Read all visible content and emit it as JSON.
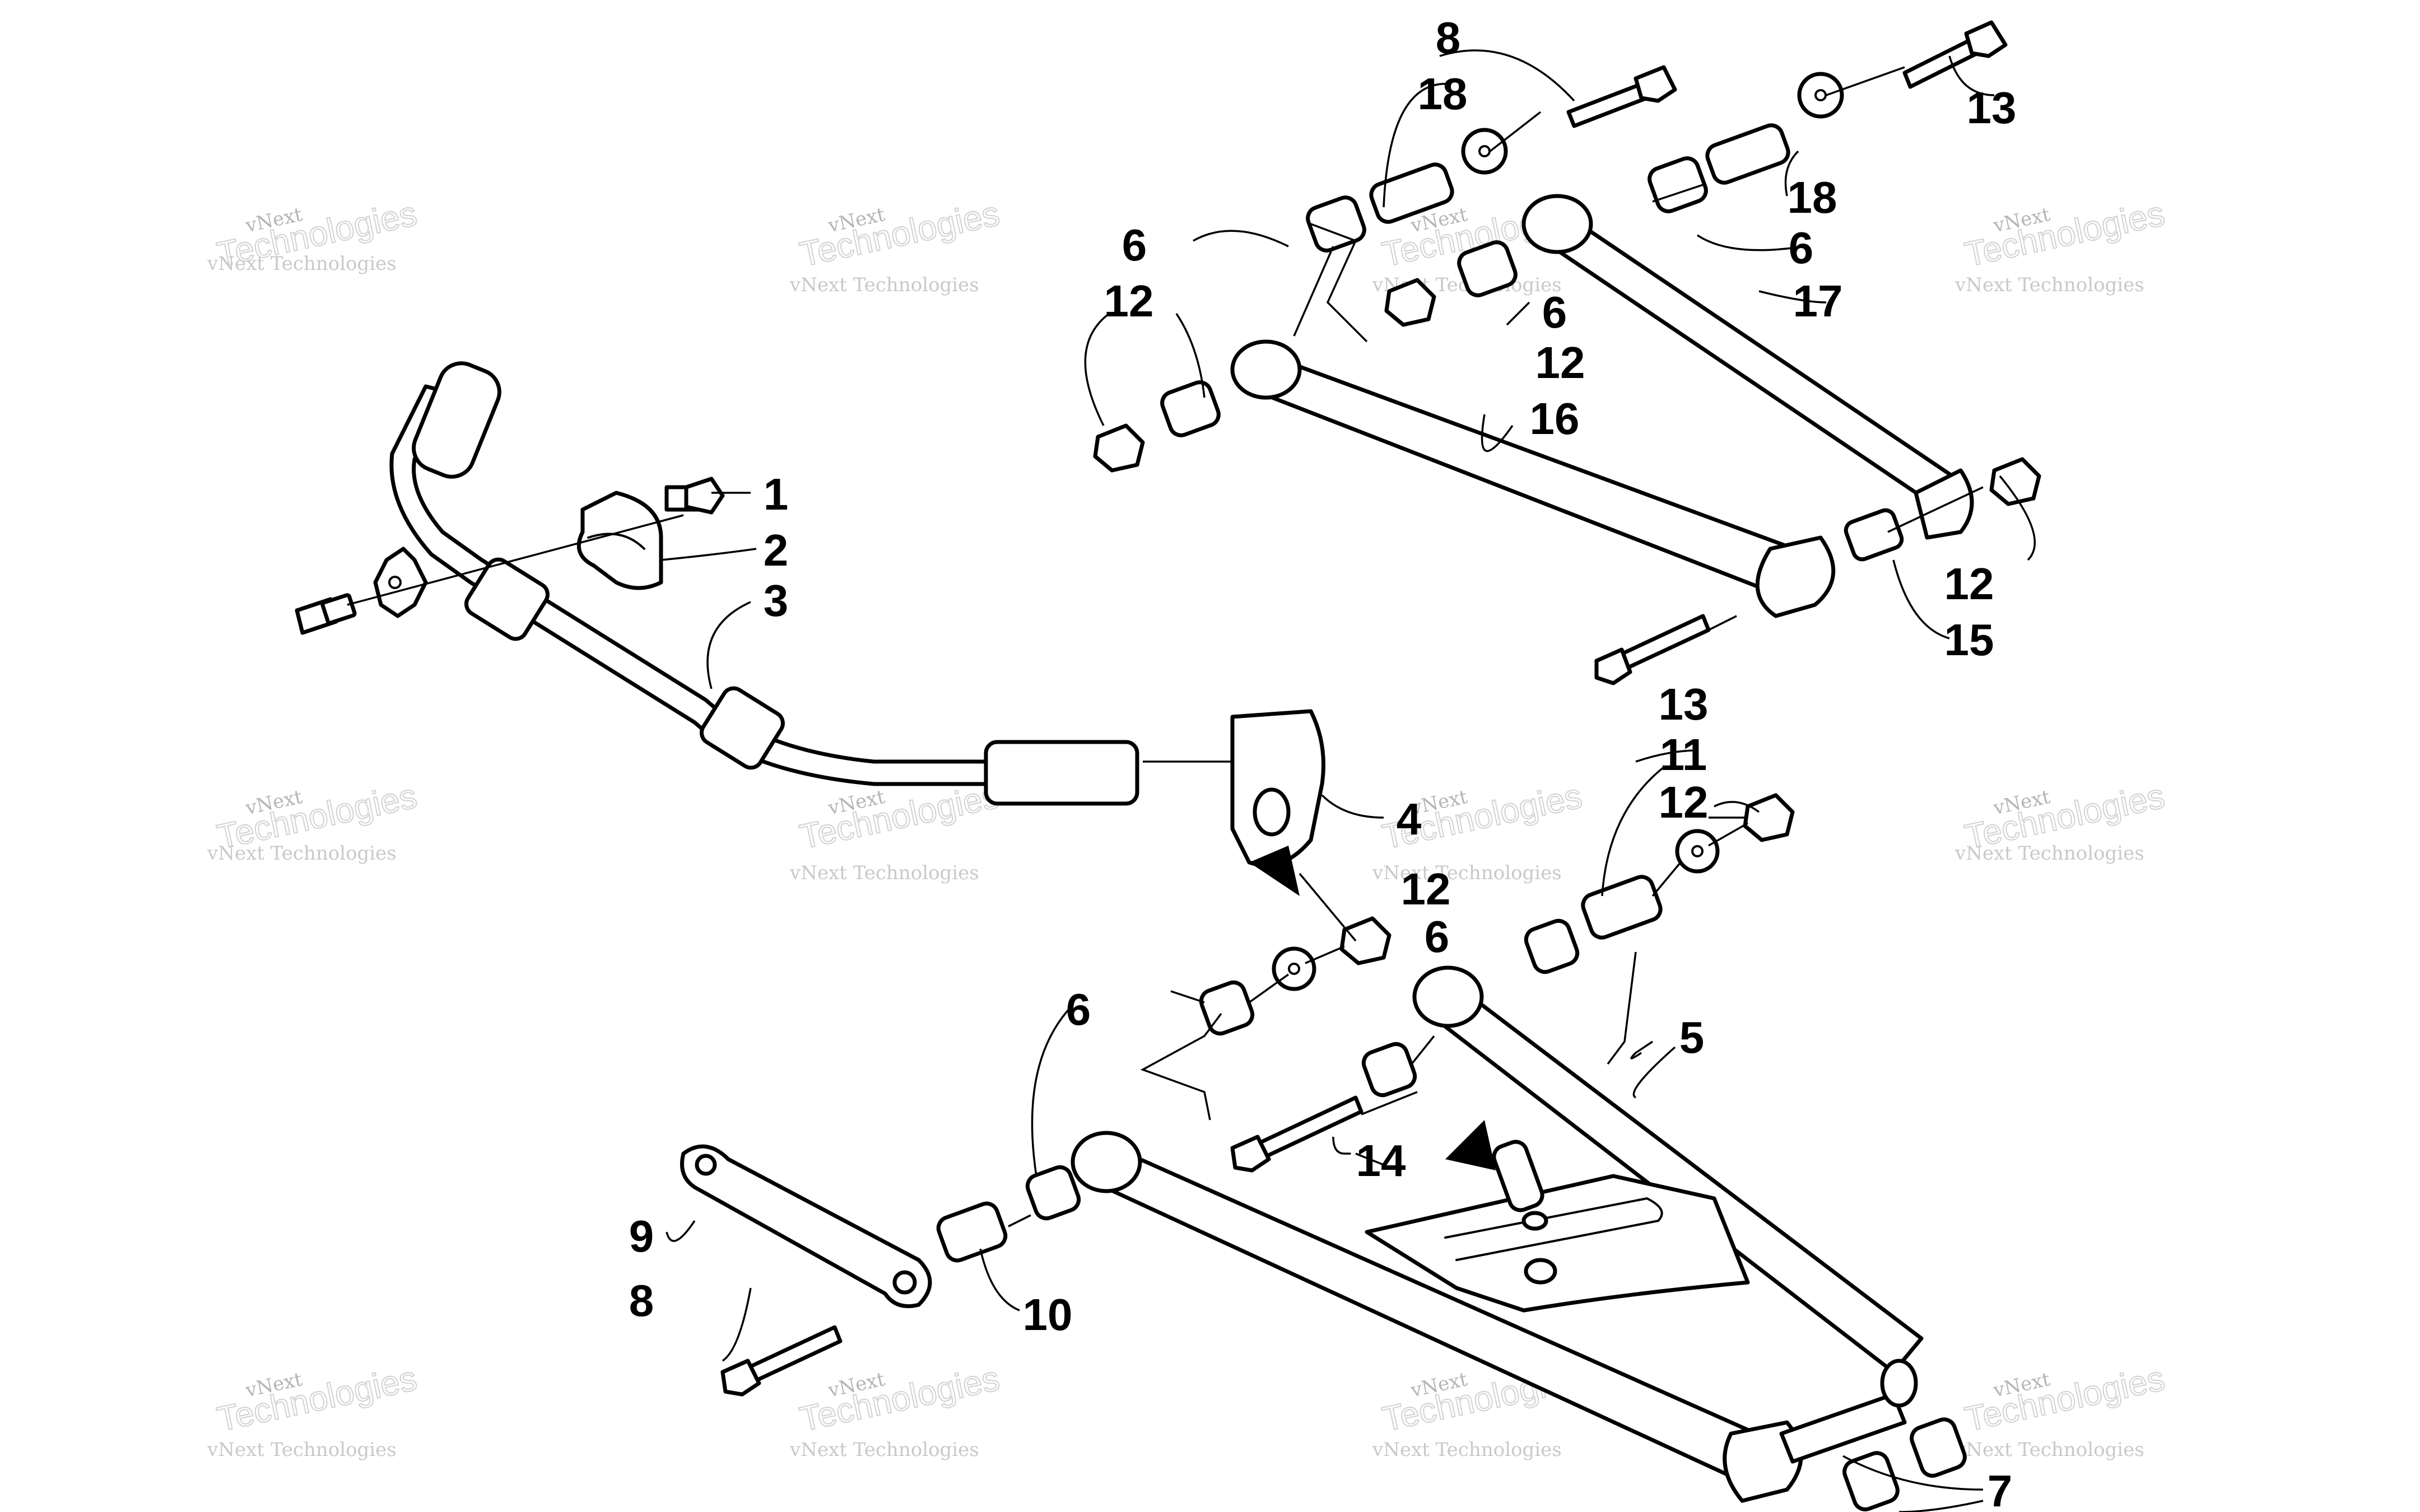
{
  "watermark": {
    "brand": "vNext",
    "word": "Technologies",
    "full": "vNext Technologies",
    "color": "#c9c9c9"
  },
  "callouts": {
    "c1": "1",
    "c2": "2",
    "c3": "3",
    "c4": "4",
    "c5": "5",
    "c6a": "6",
    "c6b": "6",
    "c6c": "6",
    "c6d": "6",
    "c6e": "6",
    "c7": "7",
    "c8a": "8",
    "c8b": "8",
    "c9": "9",
    "c10": "10",
    "c11": "11",
    "c12a": "12",
    "c12b": "12",
    "c12c": "12",
    "c12d": "12",
    "c12e": "12",
    "c13a": "13",
    "c13b": "13",
    "c14": "14",
    "c15": "15",
    "c16": "16",
    "c17": "17",
    "c18a": "18",
    "c18b": "18"
  }
}
